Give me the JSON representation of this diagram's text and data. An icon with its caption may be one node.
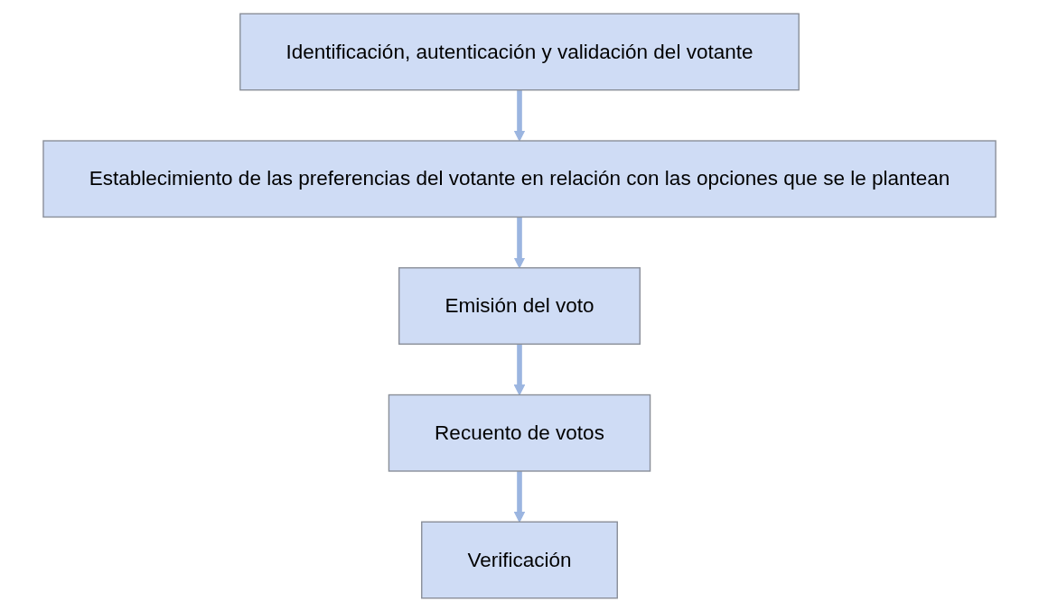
{
  "diagram": {
    "nodes": [
      {
        "text": [
          "Identificación, autenticación y validación del votante"
        ]
      },
      {
        "text": [
          "Establecimiento de las preferencias del votante en relación con las opciones que se le plantean"
        ]
      },
      {
        "text": [
          "Emisión del voto"
        ]
      },
      {
        "text": [
          "Recuento de votos"
        ]
      },
      {
        "text": [
          "Verificación"
        ]
      }
    ],
    "edges": [
      {
        "from": 0,
        "to": 1,
        "arrow": "to"
      },
      {
        "from": 1,
        "to": 2,
        "arrow": "to"
      },
      {
        "from": 2,
        "to": 3,
        "arrow": "to"
      },
      {
        "from": 3,
        "to": 4,
        "arrow": "to"
      }
    ]
  }
}
